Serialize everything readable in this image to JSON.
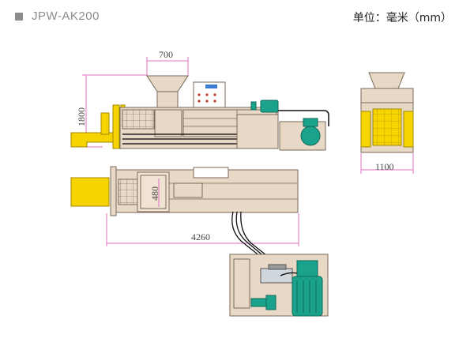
{
  "header": {
    "model": "JPW-AK200",
    "unit_note": "单位：毫米（mm）"
  },
  "dimensions": {
    "hopper_width": "700",
    "overall_height": "1800",
    "overall_width": "1100",
    "chamber_width": "480",
    "overall_length": "4260"
  },
  "colors": {
    "body": "#e8d8c6",
    "outline": "#7a6a5a",
    "accent_yellow": "#f6d400",
    "motor_teal": "#1aa28c",
    "dimension_line": "#e070c0",
    "hose": "#111111"
  }
}
